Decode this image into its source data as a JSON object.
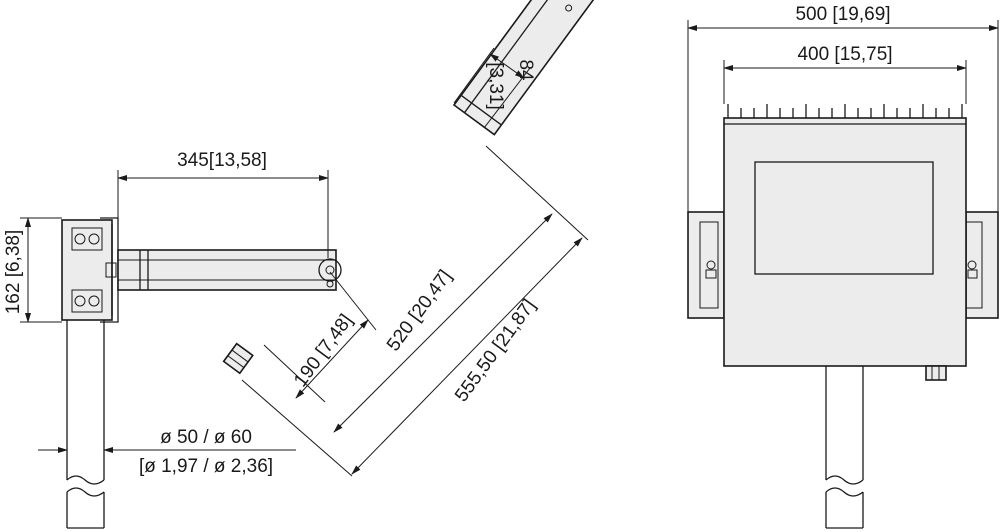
{
  "dimensions": {
    "width_total": "500 [19,69]",
    "width_inner": "400 [15,75]",
    "arm_length": "345[13,58]",
    "mount_height": "162 [6,38]",
    "housing_depth_mm": "84",
    "housing_depth_in": "[3,31]",
    "offset_190": "190 [7,48]",
    "offset_520": "520 [20,47]",
    "offset_555": "555,50 [21,87]",
    "pole_diameter_mm": "ø 50 / ø 60",
    "pole_diameter_in": "[ø 1,97 / ø 2,36]"
  }
}
